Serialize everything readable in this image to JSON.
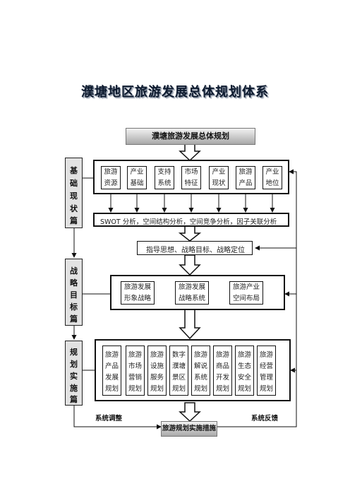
{
  "title": "濮塘地区旅游发展总体规划体系",
  "top_box": "濮塘旅游发展总体规划",
  "bottom_box": "旅游规划实施措施",
  "side_labels": [
    {
      "chars": [
        "基",
        "础",
        "现",
        "状",
        "篇"
      ]
    },
    {
      "chars": [
        "战",
        "略",
        "目",
        "标",
        "篇"
      ]
    },
    {
      "chars": [
        "规",
        "划",
        "实",
        "施",
        "篇"
      ]
    }
  ],
  "row1": [
    {
      "line1": "旅游",
      "line2": "资源"
    },
    {
      "line1": "产业",
      "line2": "基础"
    },
    {
      "line1": "支持",
      "line2": "系统"
    },
    {
      "line1": "市场",
      "line2": "特征"
    },
    {
      "line1": "产业",
      "line2": "现状"
    },
    {
      "line1": "旅游",
      "line2": "产品"
    },
    {
      "line1": "产业",
      "line2": "地位"
    }
  ],
  "swot": "SWOT 分析，空间结构分析，空间竞争分析，因子关联分析",
  "guide": "指导思想、战略目标、战略定位",
  "strategy": [
    {
      "line1": "旅游发展",
      "line2": "形象战略"
    },
    {
      "line1": "旅游发展",
      "line2": "战略系统"
    },
    {
      "line1": "旅游产业",
      "line2": "空间布局"
    }
  ],
  "plans": [
    [
      "旅游",
      "产品",
      "发展",
      "规划"
    ],
    [
      "旅游",
      "市场",
      "营销",
      "规划"
    ],
    [
      "旅游",
      "设施",
      "服务",
      "规划"
    ],
    [
      "数字",
      "濮塘",
      "景区",
      "规划"
    ],
    [
      "旅游",
      "解说",
      "系统",
      "规划"
    ],
    [
      "旅游",
      "商品",
      "开发",
      "规划"
    ],
    [
      "旅游",
      "生态",
      "安全",
      "规划"
    ],
    [
      "旅游",
      "经营",
      "管理",
      "规划"
    ]
  ],
  "feedback_left": "系统调整",
  "feedback_right": "系统反馈"
}
